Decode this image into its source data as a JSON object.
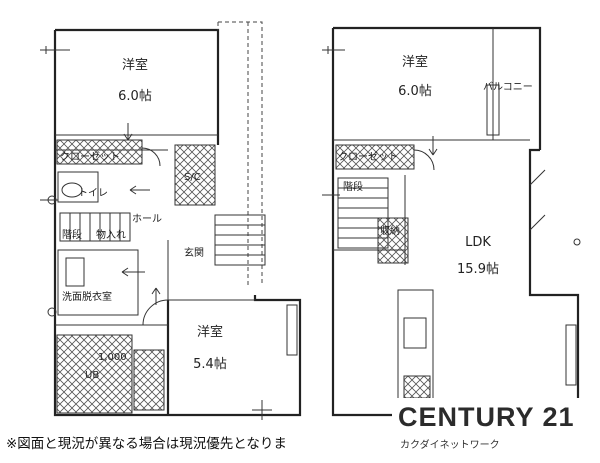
{
  "floor1": {
    "rooms": {
      "western_room_top": {
        "name": "洋室",
        "area": "6.0帖"
      },
      "western_room_bottom": {
        "name": "洋室",
        "area": "5.4帖"
      }
    },
    "labels": {
      "sic": "S/C",
      "hall": "ホール",
      "entrance": "玄関",
      "stairs": "階段",
      "storage": "物入れ",
      "washroom": "洗面脱衣室",
      "closet": "クローゼット",
      "ub": "UB",
      "ub_size": "1,000",
      "toilet": "トイレ"
    }
  },
  "floor2": {
    "rooms": {
      "western_room": {
        "name": "洋室",
        "area": "6.0帖"
      },
      "ldk": {
        "name": "LDK",
        "area": "15.9帖"
      }
    },
    "labels": {
      "balcony": "バルコニー",
      "stairs": "階段",
      "storage": "収納",
      "closet": "クローゼット"
    }
  },
  "footer": {
    "note": "※図面と現況が異なる場合は現況優先となりま",
    "brand": "CENTURY 21",
    "brand_sub": "カクダイネットワーク"
  }
}
